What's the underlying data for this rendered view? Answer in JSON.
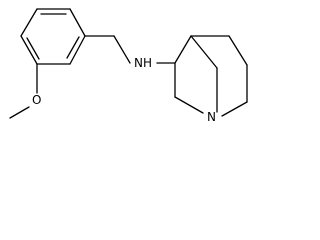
{
  "molecule": {
    "atoms": {
      "amine": "NH",
      "ether_oxygen": "O",
      "bridgehead_nitrogen": "N"
    }
  },
  "colors": {
    "bond": "#000000",
    "background": "#ffffff"
  }
}
